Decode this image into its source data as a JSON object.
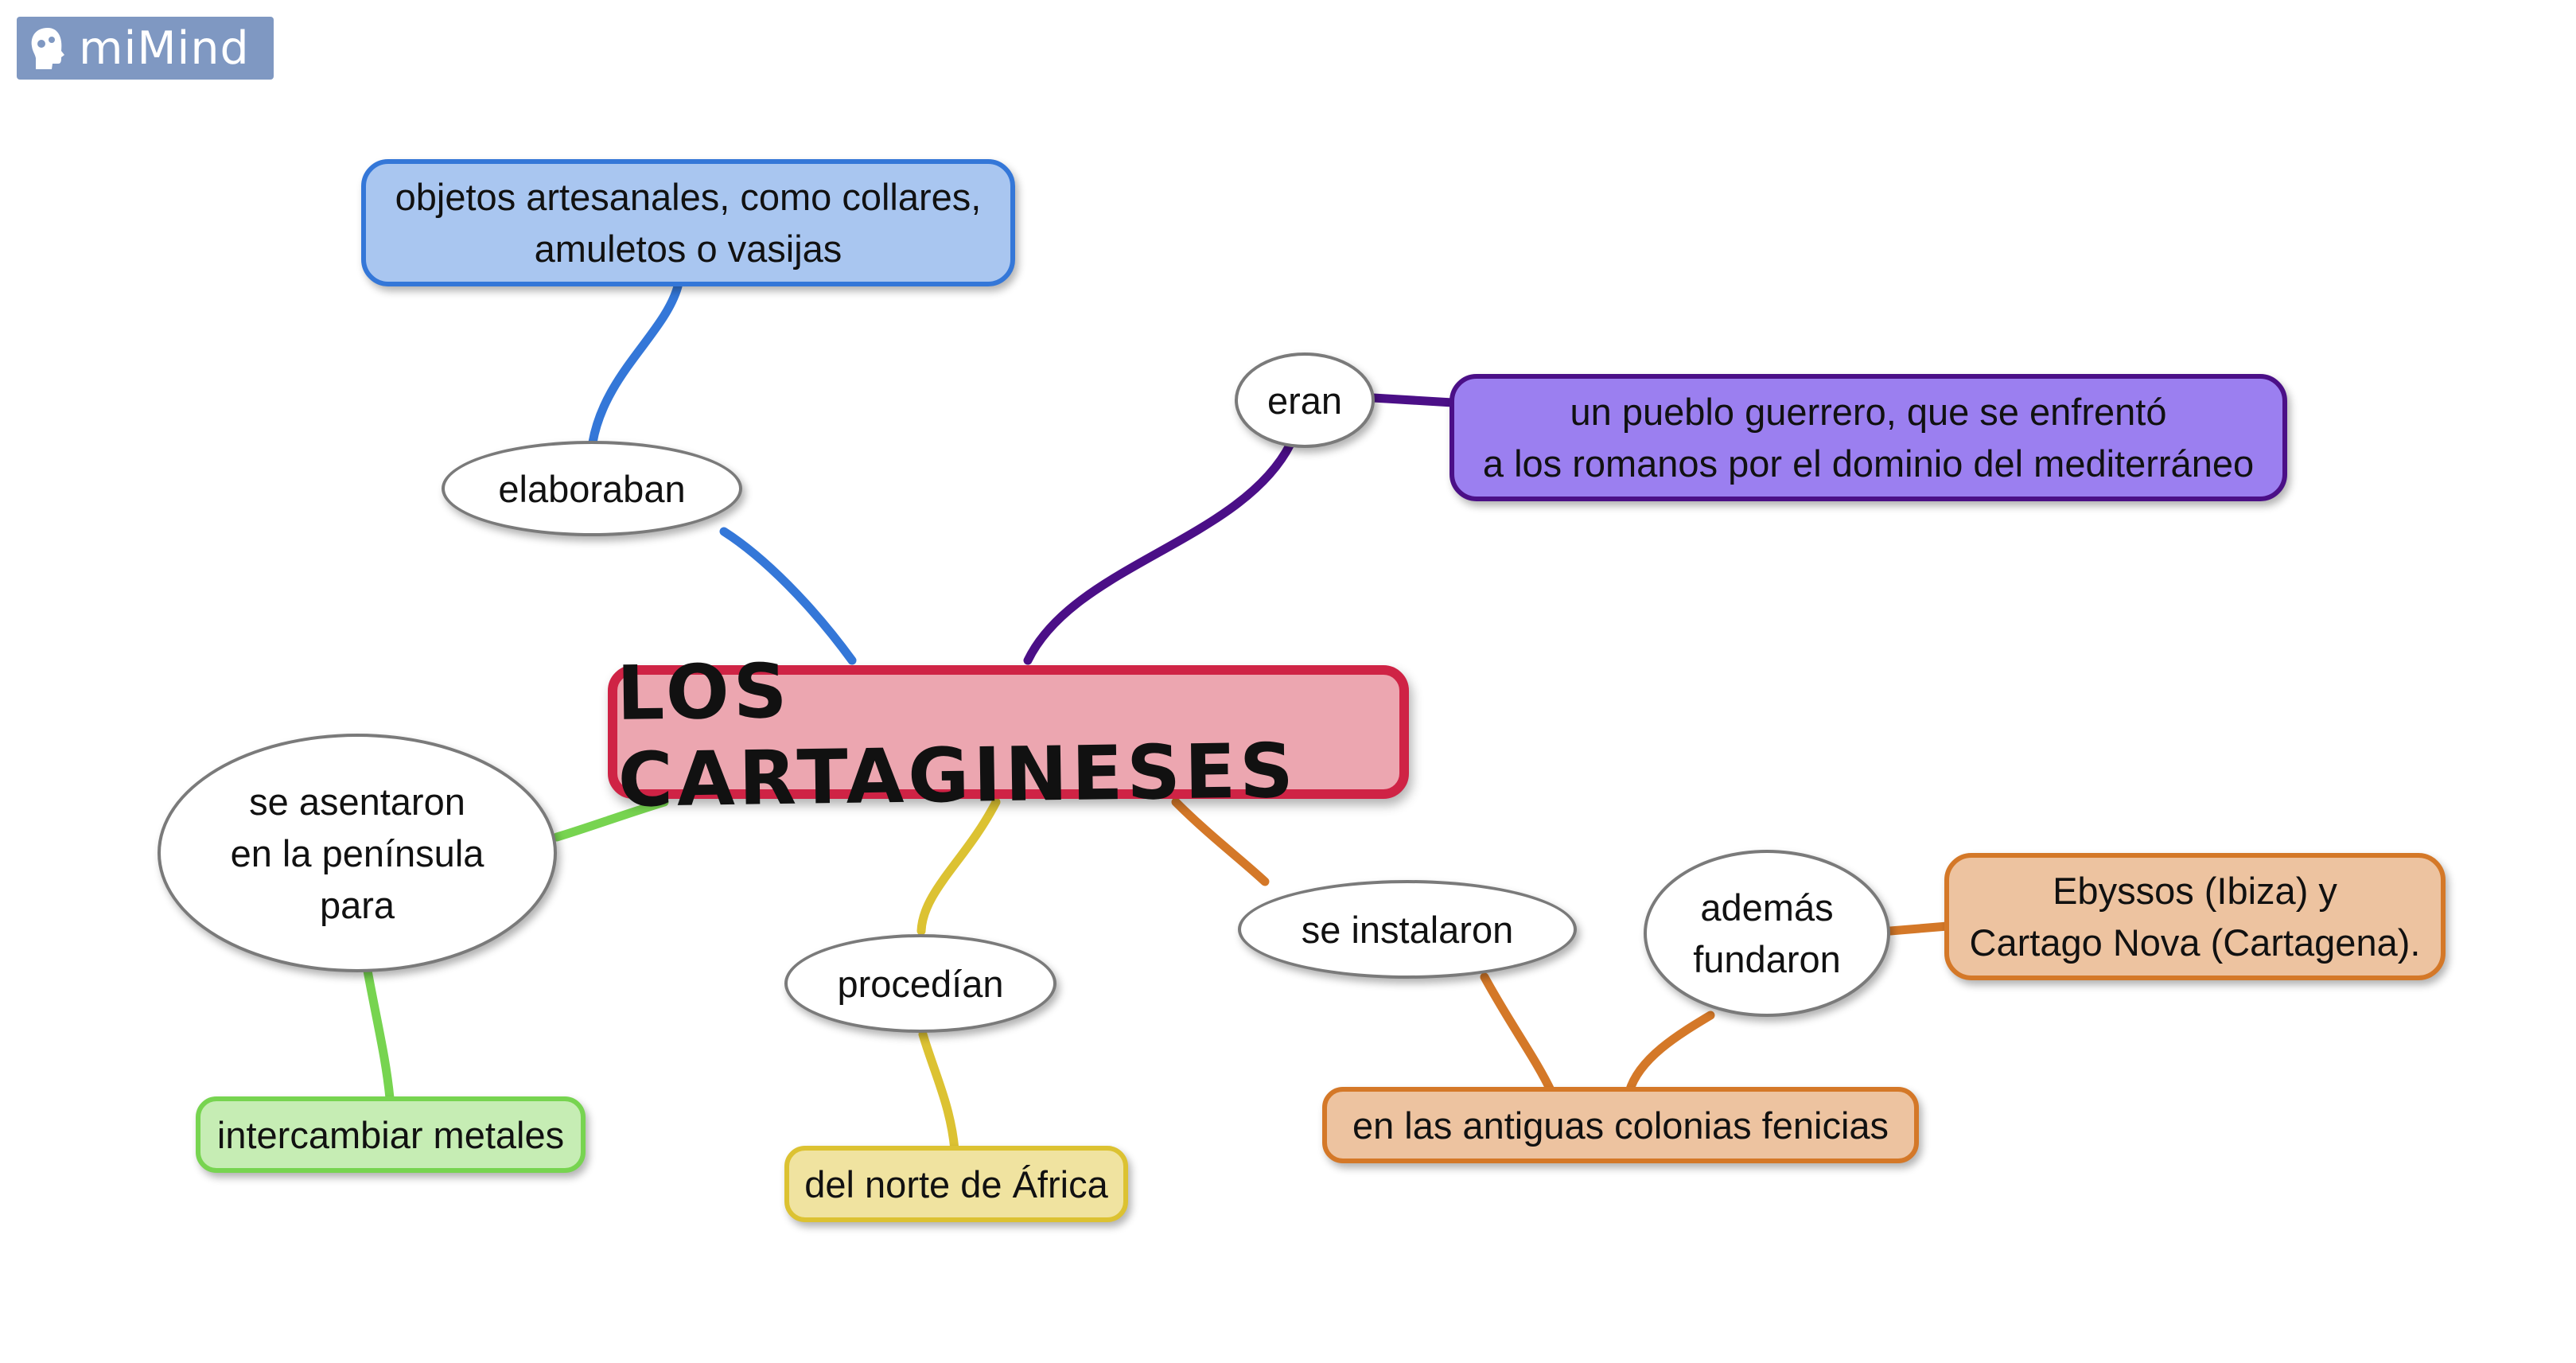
{
  "app": {
    "logo_text": "miMind"
  },
  "central": {
    "label": "LOS CARTAGINESES"
  },
  "nodes": {
    "elaboraban": "elaboraban",
    "objetos": "objetos artesanales, como collares,\namuletos o vasijas",
    "eran": "eran",
    "pueblo": "un pueblo guerrero, que se enfrentó\na los romanos por el dominio del mediterráneo",
    "se_asentaron": "se asentaron\nen la península\npara",
    "intercambiar": "intercambiar metales",
    "procedian": "procedían",
    "norte": "del norte de África",
    "se_instalaron": "se instalaron",
    "ademas": "además\nfundaron",
    "ebyssos": "Ebyssos (Ibiza) y\nCartago Nova (Cartagena).",
    "colonias": "en las antiguas colonias fenicias"
  },
  "colors": {
    "central_fill": "#eca6b0",
    "central_border": "#cf2345",
    "blue_branch": "#3477d8",
    "blue_fill": "#a9c6f0",
    "purple_branch": "#4b0f87",
    "purple_fill": "#9b7ff0",
    "green_branch": "#77d450",
    "green_fill": "#c6edb4",
    "yellow_branch": "#dcc232",
    "yellow_fill": "#f0e3a0",
    "orange_branch": "#d47828",
    "orange_fill": "#edc3a0"
  }
}
